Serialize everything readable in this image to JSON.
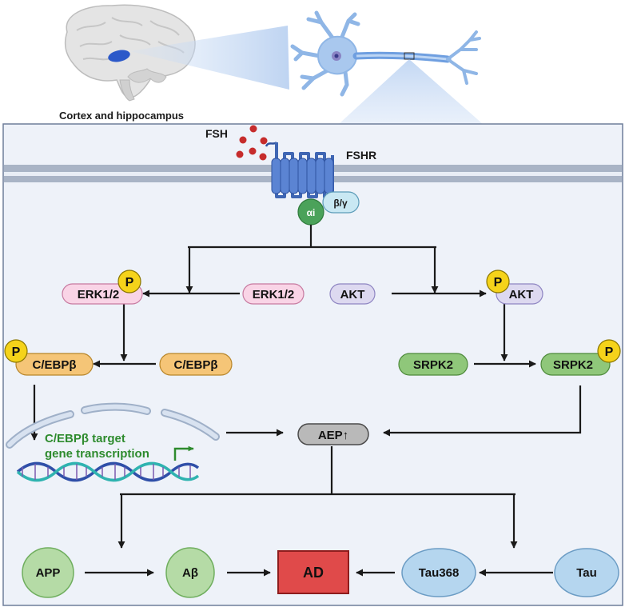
{
  "region_label": "Cortex and hippocampus",
  "ligand": "FSH",
  "receptor": "FSHR",
  "g_alpha": "αi",
  "g_betagamma": "β/γ",
  "phospho": "P",
  "nodes": {
    "erk_p": "ERK1/2",
    "erk": "ERK1/2",
    "akt": "AKT",
    "akt_p": "AKT",
    "cebp_p": "C/EBPβ",
    "cebp": "C/EBPβ",
    "srpk2": "SRPK2",
    "srpk2_p": "SRPK2",
    "aep": "AEP↑",
    "app": "APP",
    "abeta": "Aβ",
    "ad": "AD",
    "tau368": "Tau368",
    "tau": "Tau"
  },
  "transcription": {
    "line1": "C/EBPβ target",
    "line2": "gene transcription"
  },
  "colors": {
    "erk": "#f9d4e6",
    "akt": "#ddd9f0",
    "cebp": "#f5c577",
    "srpk2": "#8fc77a",
    "aep": "#b9b9b9",
    "node_round": "#b5dba6",
    "tau": "#b5d6ef",
    "ad": "#e04a4a",
    "phospho": "#f5d31a",
    "receptor": "#4d76c2",
    "green_text": "#2e8b2e"
  }
}
